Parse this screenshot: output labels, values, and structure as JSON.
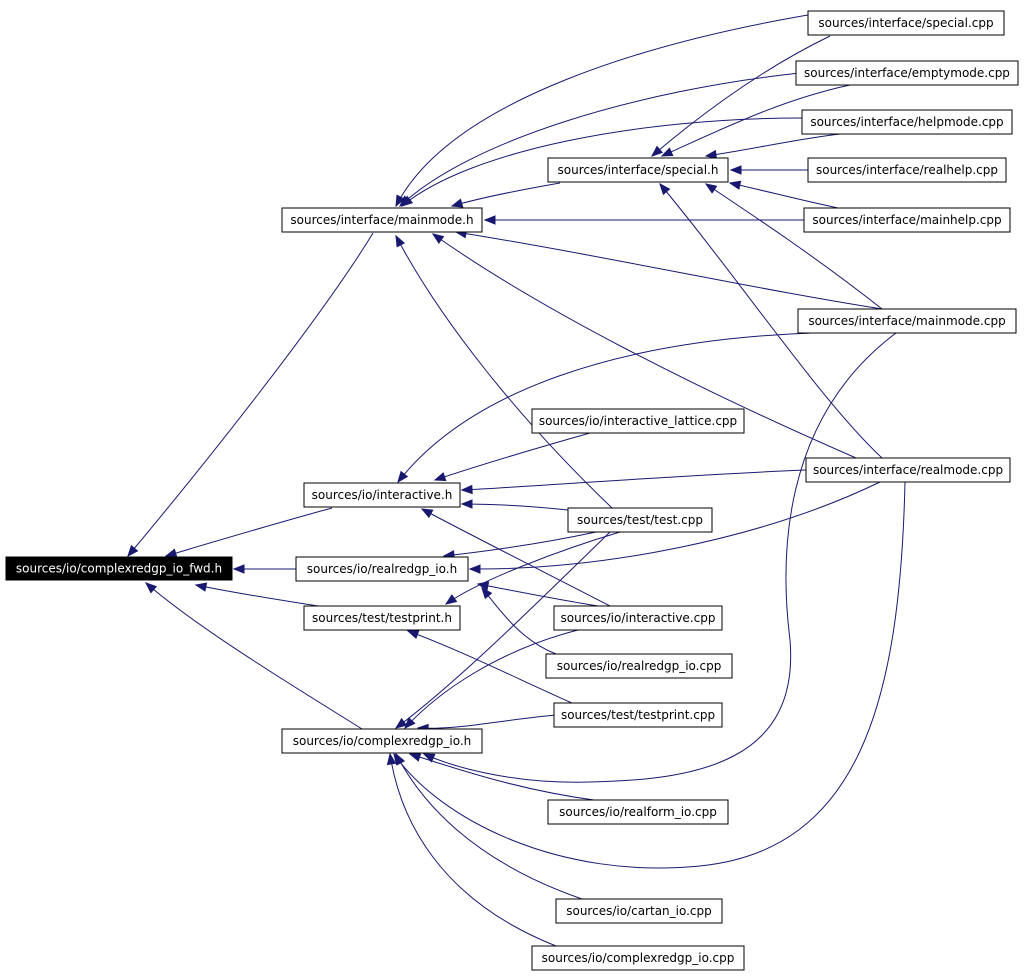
{
  "nodes": [
    {
      "id": "fwd",
      "label": "sources/io/complexredgp_io_fwd.h",
      "root": true
    },
    {
      "id": "mainmode_h",
      "label": "sources/interface/mainmode.h"
    },
    {
      "id": "special_h",
      "label": "sources/interface/special.h"
    },
    {
      "id": "interactive_h",
      "label": "sources/io/interactive.h"
    },
    {
      "id": "realredgp_io_h",
      "label": "sources/io/realredgp_io.h"
    },
    {
      "id": "testprint_h",
      "label": "sources/test/testprint.h"
    },
    {
      "id": "complexredgp_io_h",
      "label": "sources/io/complexredgp_io.h"
    },
    {
      "id": "special_cpp",
      "label": "sources/interface/special.cpp"
    },
    {
      "id": "emptymode_cpp",
      "label": "sources/interface/emptymode.cpp"
    },
    {
      "id": "helpmode_cpp",
      "label": "sources/interface/helpmode.cpp"
    },
    {
      "id": "realhelp_cpp",
      "label": "sources/interface/realhelp.cpp"
    },
    {
      "id": "mainhelp_cpp",
      "label": "sources/interface/mainhelp.cpp"
    },
    {
      "id": "mainmode_cpp",
      "label": "sources/interface/mainmode.cpp"
    },
    {
      "id": "interactive_lattice_cpp",
      "label": "sources/io/interactive_lattice.cpp"
    },
    {
      "id": "realmode_cpp",
      "label": "sources/interface/realmode.cpp"
    },
    {
      "id": "test_cpp",
      "label": "sources/test/test.cpp"
    },
    {
      "id": "interactive_cpp",
      "label": "sources/io/interactive.cpp"
    },
    {
      "id": "realredgp_io_cpp",
      "label": "sources/io/realredgp_io.cpp"
    },
    {
      "id": "testprint_cpp",
      "label": "sources/test/testprint.cpp"
    },
    {
      "id": "realform_io_cpp",
      "label": "sources/io/realform_io.cpp"
    },
    {
      "id": "cartan_io_cpp",
      "label": "sources/io/cartan_io.cpp"
    },
    {
      "id": "complexredgp_io_cpp",
      "label": "sources/io/complexredgp_io.cpp"
    }
  ],
  "edges": [
    {
      "from": "mainmode_h",
      "to": "fwd"
    },
    {
      "from": "interactive_h",
      "to": "fwd"
    },
    {
      "from": "realredgp_io_h",
      "to": "fwd"
    },
    {
      "from": "testprint_h",
      "to": "fwd"
    },
    {
      "from": "complexredgp_io_h",
      "to": "fwd"
    },
    {
      "from": "special_h",
      "to": "mainmode_h"
    },
    {
      "from": "special_cpp",
      "to": "mainmode_h"
    },
    {
      "from": "emptymode_cpp",
      "to": "mainmode_h"
    },
    {
      "from": "helpmode_cpp",
      "to": "mainmode_h"
    },
    {
      "from": "mainhelp_cpp",
      "to": "mainmode_h"
    },
    {
      "from": "mainmode_cpp",
      "to": "mainmode_h"
    },
    {
      "from": "realmode_cpp",
      "to": "mainmode_h"
    },
    {
      "from": "test_cpp",
      "to": "mainmode_h"
    },
    {
      "from": "special_cpp",
      "to": "special_h"
    },
    {
      "from": "emptymode_cpp",
      "to": "special_h"
    },
    {
      "from": "helpmode_cpp",
      "to": "special_h"
    },
    {
      "from": "realhelp_cpp",
      "to": "special_h"
    },
    {
      "from": "mainhelp_cpp",
      "to": "special_h"
    },
    {
      "from": "mainmode_cpp",
      "to": "special_h"
    },
    {
      "from": "realmode_cpp",
      "to": "special_h"
    },
    {
      "from": "mainmode_cpp",
      "to": "interactive_h"
    },
    {
      "from": "interactive_lattice_cpp",
      "to": "interactive_h"
    },
    {
      "from": "realmode_cpp",
      "to": "interactive_h"
    },
    {
      "from": "test_cpp",
      "to": "interactive_h"
    },
    {
      "from": "interactive_cpp",
      "to": "interactive_h"
    },
    {
      "from": "test_cpp",
      "to": "realredgp_io_h"
    },
    {
      "from": "realmode_cpp",
      "to": "realredgp_io_h"
    },
    {
      "from": "interactive_cpp",
      "to": "realredgp_io_h"
    },
    {
      "from": "realredgp_io_cpp",
      "to": "realredgp_io_h"
    },
    {
      "from": "test_cpp",
      "to": "testprint_h"
    },
    {
      "from": "testprint_cpp",
      "to": "testprint_h"
    },
    {
      "from": "test_cpp",
      "to": "complexredgp_io_h"
    },
    {
      "from": "interactive_cpp",
      "to": "complexredgp_io_h"
    },
    {
      "from": "testprint_cpp",
      "to": "complexredgp_io_h"
    },
    {
      "from": "mainmode_cpp",
      "to": "complexredgp_io_h"
    },
    {
      "from": "realform_io_cpp",
      "to": "complexredgp_io_h"
    },
    {
      "from": "realmode_cpp",
      "to": "complexredgp_io_h"
    },
    {
      "from": "cartan_io_cpp",
      "to": "complexredgp_io_h"
    },
    {
      "from": "complexredgp_io_cpp",
      "to": "complexredgp_io_h"
    }
  ]
}
